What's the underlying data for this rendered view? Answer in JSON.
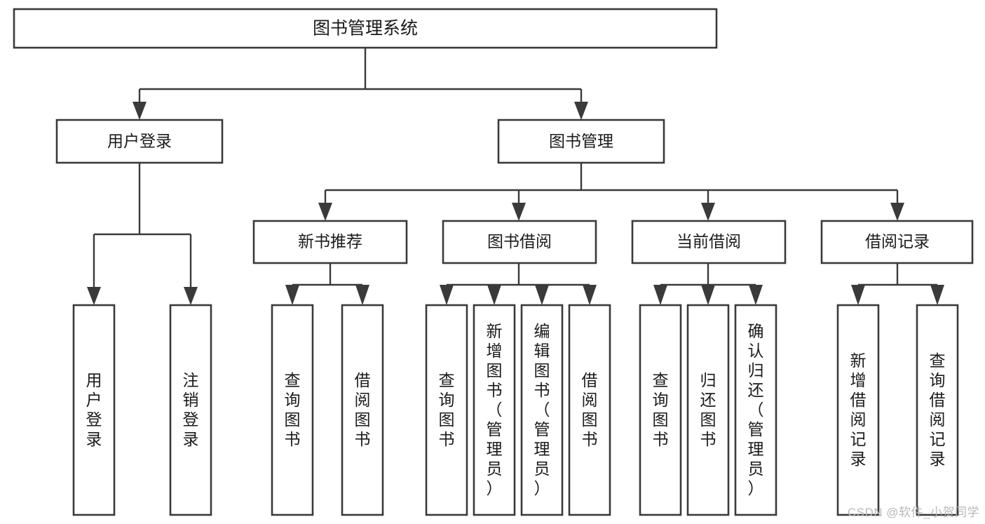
{
  "diagram": {
    "type": "tree",
    "title": "图书管理系统",
    "watermark": "CSDN @软件_小贺同学",
    "colors": {
      "box_stroke": "#3a3a3a",
      "box_fill": "#ffffff",
      "text": "#1b1b1b",
      "background": "#ffffff",
      "watermark": "#b9b9b9"
    },
    "levels": {
      "root": "图书管理系统",
      "level2": [
        "用户登录",
        "图书管理"
      ],
      "level3": [
        "新书推荐",
        "图书借阅",
        "当前借阅",
        "借阅记录"
      ]
    },
    "nodes": {
      "root": {
        "label": "图书管理系统",
        "orientation": "horizontal"
      },
      "n_user_login": {
        "label": "用户登录",
        "orientation": "horizontal"
      },
      "n_book_mgmt": {
        "label": "图书管理",
        "orientation": "horizontal"
      },
      "n_new_book_rec": {
        "label": "新书推荐",
        "orientation": "horizontal"
      },
      "n_book_borrow": {
        "label": "图书借阅",
        "orientation": "horizontal"
      },
      "n_current_borrow": {
        "label": "当前借阅",
        "orientation": "horizontal"
      },
      "n_borrow_record": {
        "label": "借阅记录",
        "orientation": "horizontal"
      },
      "leaf_user_login": {
        "label": "用户登录",
        "orientation": "vertical"
      },
      "leaf_user_logout": {
        "label": "注销登录",
        "orientation": "vertical"
      },
      "leaf_rec_query": {
        "label": "查询图书",
        "orientation": "vertical"
      },
      "leaf_rec_borrow": {
        "label": "借阅图书",
        "orientation": "vertical"
      },
      "leaf_borrow_query": {
        "label": "查询图书",
        "orientation": "vertical"
      },
      "leaf_borrow_add": {
        "label": "新增图书（管理员）",
        "orientation": "vertical"
      },
      "leaf_borrow_edit": {
        "label": "编辑图书（管理员）",
        "orientation": "vertical"
      },
      "leaf_borrow_do": {
        "label": "借阅图书",
        "orientation": "vertical"
      },
      "leaf_cur_query": {
        "label": "查询图书",
        "orientation": "vertical"
      },
      "leaf_cur_return": {
        "label": "归还图书",
        "orientation": "vertical"
      },
      "leaf_cur_confirm": {
        "label": "确认归还（管理员）",
        "orientation": "vertical"
      },
      "leaf_rec_add": {
        "label": "新增借阅记录",
        "orientation": "vertical"
      },
      "leaf_rec_search": {
        "label": "查询借阅记录",
        "orientation": "vertical"
      }
    },
    "groups": [
      {
        "parent": "用户登录",
        "children": [
          "用户登录",
          "注销登录"
        ]
      },
      {
        "parent": "新书推荐",
        "children": [
          "查询图书",
          "借阅图书"
        ]
      },
      {
        "parent": "图书借阅",
        "children": [
          "查询图书",
          "新增图书（管理员）",
          "编辑图书（管理员）",
          "借阅图书"
        ]
      },
      {
        "parent": "当前借阅",
        "children": [
          "查询图书",
          "归还图书",
          "确认归还（管理员）"
        ]
      },
      {
        "parent": "借阅记录",
        "children": [
          "新增借阅记录",
          "查询借阅记录"
        ]
      }
    ]
  }
}
